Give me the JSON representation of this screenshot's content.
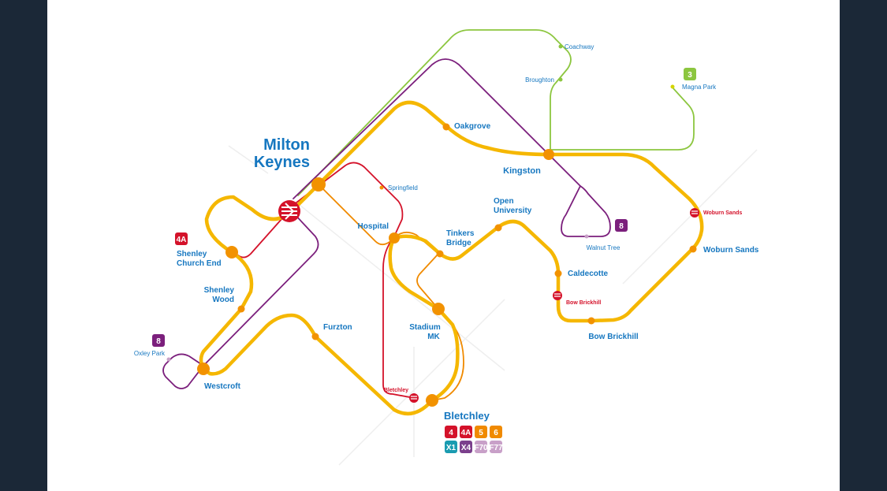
{
  "colors": {
    "background": "#1b2837",
    "canvas": "#ffffff",
    "yellow_route": "#f5b700",
    "orange_route": "#f08a00",
    "red_route": "#d4122a",
    "purple_route": "#7b1f7c",
    "green_route": "#8cc63f",
    "station_orange": "#f29200",
    "label_blue": "#1677c0",
    "label_red": "#d4122a"
  },
  "map": {
    "title": {
      "line1": "Milton",
      "line2": "Keynes"
    },
    "stations": {
      "coachway": "Coachway",
      "broughton": "Broughton",
      "magna_park": "Magna Park",
      "oakgrove": "Oakgrove",
      "kingston": "Kingston",
      "springfield": "Springfield",
      "hospital": "Hospital",
      "tinkers_bridge": [
        "Tinkers",
        "Bridge"
      ],
      "open_university": [
        "Open",
        "University"
      ],
      "walnut_tree": "Walnut Tree",
      "woburn_sands_rail": "Woburn Sands",
      "woburn_sands": "Woburn Sands",
      "caldecotte": "Caldecotte",
      "bow_brickhill_rail": "Bow Brickhill",
      "bow_brickhill": "Bow Brickhill",
      "shenley_church_end": [
        "Shenley",
        "Church End"
      ],
      "shenley_wood": [
        "Shenley",
        "Wood"
      ],
      "furzton": "Furzton",
      "stadium_mk": [
        "Stadium",
        "MK"
      ],
      "oxley_park": "Oxley Park",
      "westcroft": "Westcroft",
      "bletchley_rail": "Bletchley",
      "bletchley": "Bletchley"
    },
    "badges": {
      "magna_park": {
        "label": "3",
        "color": "#8cc63f"
      },
      "walnut_tree": {
        "label": "8",
        "color": "#7b1f7c"
      },
      "shenley_church_end": {
        "label": "4A",
        "color": "#d4122a"
      },
      "oxley_park": {
        "label": "8",
        "color": "#7b1f7c"
      }
    },
    "bletchley_routes": [
      {
        "label": "4",
        "color": "#d4122a"
      },
      {
        "label": "4A",
        "color": "#d4122a"
      },
      {
        "label": "5",
        "color": "#f08a00"
      },
      {
        "label": "6",
        "color": "#f08a00"
      },
      {
        "label": "X1",
        "color": "#1a9bb0"
      },
      {
        "label": "X4",
        "color": "#7b3f8c"
      },
      {
        "label": "F70",
        "color": "#c8a0c8"
      },
      {
        "label": "F77",
        "color": "#c8a0c8"
      }
    ]
  },
  "icons": {
    "rail_station": "national-rail-icon"
  }
}
